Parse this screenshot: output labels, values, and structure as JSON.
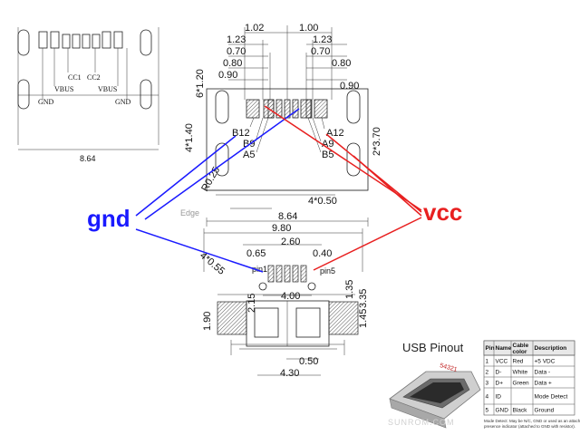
{
  "colors": {
    "gnd": "#1a1aff",
    "vcc": "#e82020",
    "hatch": "#555555",
    "ink": "#222222"
  },
  "labels": {
    "gnd": "gnd",
    "vcc": "vcc",
    "edge": "Edge",
    "usb_pinout": "USB Pinout",
    "pin1": "pin1",
    "pin5": "pin5",
    "pin_numbers": "54321",
    "watermark": "SUNROM.COM"
  },
  "typec_left": {
    "cc1": "CC1",
    "cc2": "CC2",
    "vbus_left": "VBUS",
    "vbus_right": "VBUS",
    "gnd_left": "GND",
    "gnd_right": "GND",
    "width": "8.64"
  },
  "typec_top": {
    "top_dims": [
      "1.02",
      "1.00"
    ],
    "left_dims": [
      "1.23",
      "0.70",
      "0.80",
      "0.90"
    ],
    "right_dims": [
      "1.23",
      "0.70",
      "0.80",
      "0.90"
    ],
    "height_left": "6*1.20",
    "height_left2": "4*1.40",
    "height_right": "2*3.70",
    "radius": "R0.25",
    "pins_left": [
      "B12",
      "B9",
      "A5"
    ],
    "pins_right": [
      "A12",
      "A9",
      "B5"
    ],
    "bottom_pitch": "4*0.50",
    "width": "8.64"
  },
  "micro": {
    "width_total": "9.80",
    "width_inner": "2.60",
    "pitch": "0.65",
    "pad": "0.40",
    "hole": "4*0.55",
    "span": "4.00",
    "h1": "1.35",
    "h2": "3.35",
    "h3": "1.45",
    "h4": "2.15",
    "h5": "1.90",
    "pad_w": "0.50",
    "bottom": "4.30"
  },
  "pinout_table": {
    "headers": [
      "Pin",
      "Name",
      "Cable color",
      "Description"
    ],
    "rows": [
      [
        "1",
        "VCC",
        "Red",
        "+5 VDC"
      ],
      [
        "2",
        "D-",
        "White",
        "Data -"
      ],
      [
        "3",
        "D+",
        "Green",
        "Data +"
      ],
      [
        "4",
        "ID",
        "",
        "Mode Detect"
      ],
      [
        "5",
        "GND",
        "Black",
        "Ground"
      ]
    ],
    "note": "Mode Detect: May be N/C, GND or used as an attached device presence indicator (attached to GND with resistor)."
  }
}
